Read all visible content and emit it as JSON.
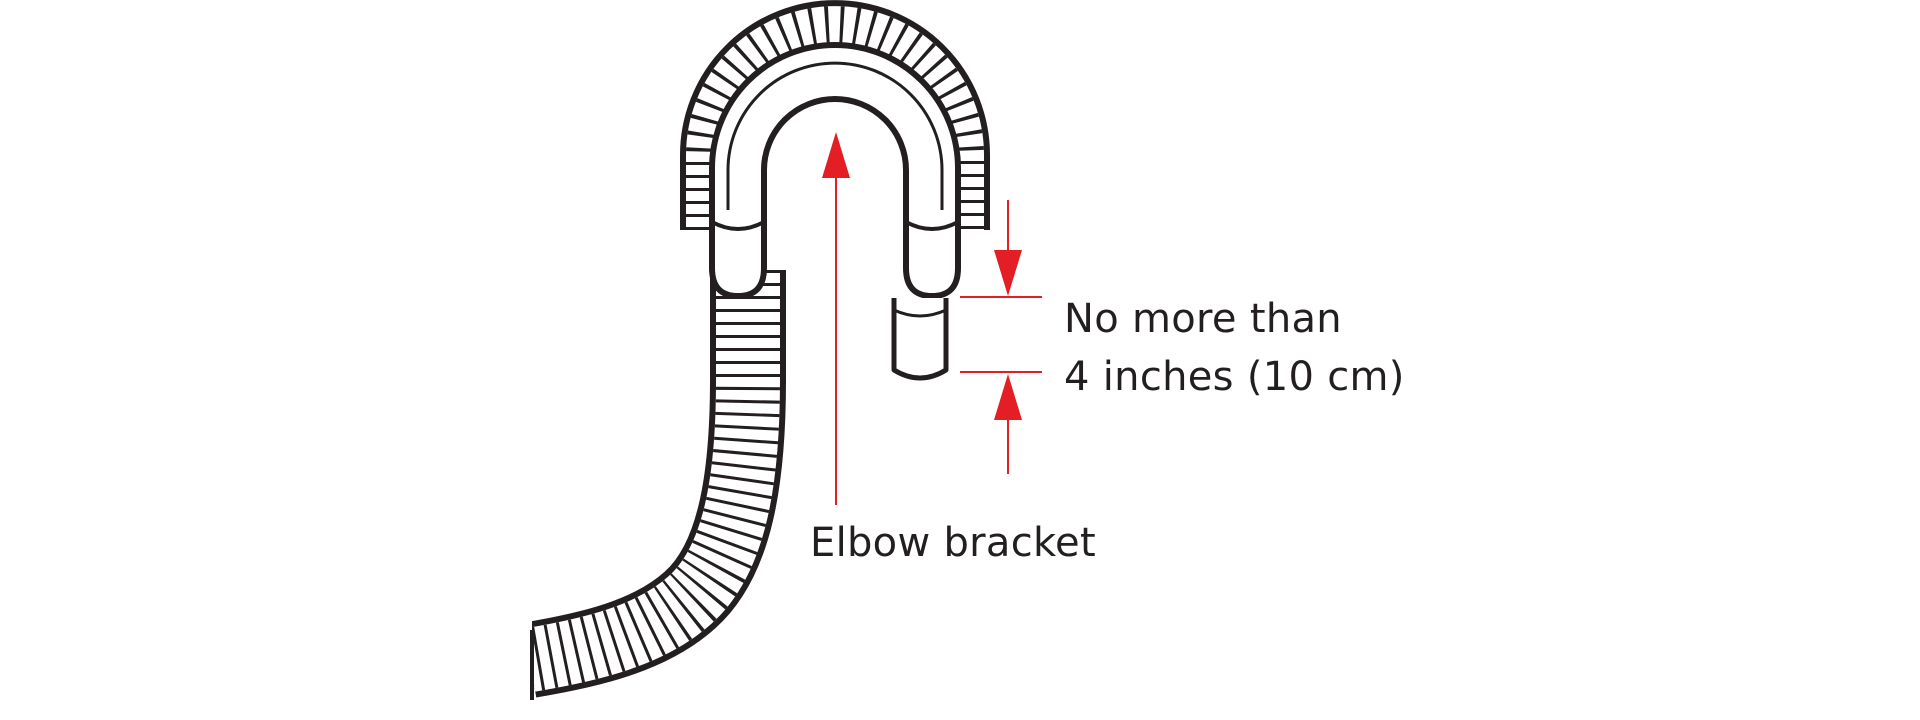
{
  "diagram": {
    "labels": {
      "height_line1": "No more than",
      "height_line2": "4 inches (10 cm)",
      "elbow": "Elbow bracket"
    },
    "colors": {
      "outline": "#231f20",
      "hose_fill": "#ffffff",
      "annotation": "#e31e24"
    },
    "icons": {
      "hose": "corrugated-drain-hose",
      "bracket": "elbow-bracket-hook"
    }
  }
}
